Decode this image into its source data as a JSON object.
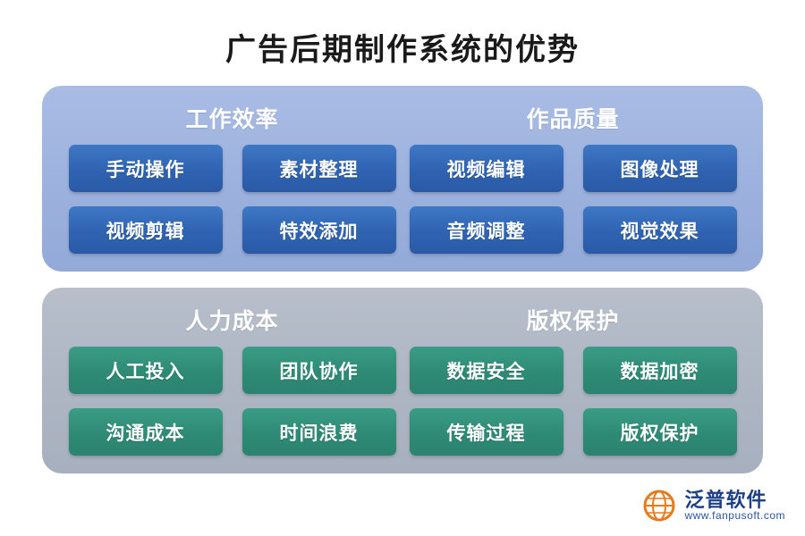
{
  "title": "广告后期制作系统的优势",
  "panels": [
    {
      "id": "efficiency-quality",
      "theme": "blue",
      "columns": [
        {
          "heading": "工作效率",
          "cells": [
            "手动操作",
            "素材整理",
            "视频剪辑",
            "特效添加"
          ]
        },
        {
          "heading": "作品质量",
          "cells": [
            "视频编辑",
            "图像处理",
            "音频调整",
            "视觉效果"
          ]
        }
      ]
    },
    {
      "id": "cost-copyright",
      "theme": "gray",
      "columns": [
        {
          "heading": "人力成本",
          "cells": [
            "人工投入",
            "团队协作",
            "沟通成本",
            "时间浪费"
          ]
        },
        {
          "heading": "版权保护",
          "cells": [
            "数据安全",
            "数据加密",
            "传输过程",
            "版权保护"
          ]
        }
      ]
    }
  ],
  "logo": {
    "name": "泛普软件",
    "url": "www.fanpusoft.com",
    "icon": "globe-icon",
    "colors": {
      "brand_blue": "#1c3f86",
      "brand_orange": "#e8791c"
    }
  },
  "colors": {
    "panel_blue": "#9db2de",
    "panel_gray": "#aeb6c4",
    "cell_blue": "#2f63b2",
    "cell_green": "#2e8a75",
    "title_text": "#1a1a1a"
  }
}
